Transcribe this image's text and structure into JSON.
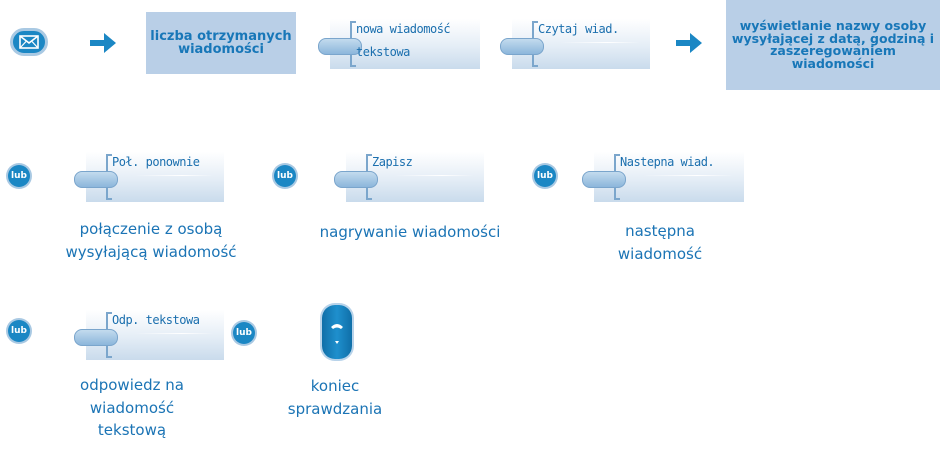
{
  "row1": {
    "envelope_icon": "envelope-icon",
    "info_count": "liczba otrzymanych wiadomości",
    "key_new_text": {
      "line1": "nowa wiadomość",
      "line2": "tekstowa"
    },
    "key_read": {
      "line1": "Czytaj wiad."
    },
    "info_sender": "wyświetlanie nazwy osoby wysyłającej z datą, godziną i zaszeregowaniem wiadomości"
  },
  "row2": {
    "or1": "lub",
    "key_call_back": {
      "line1": "Poł. ponownie"
    },
    "caption_call_back": "połączenie z osobą wysyłającą wiadomość",
    "or2": "lub",
    "key_save": {
      "line1": "Zapisz"
    },
    "caption_save": "nagrywanie wiadomości",
    "or3": "lub",
    "key_next": {
      "line1": "Nastepna wiad."
    },
    "caption_next": "następna wiadomość"
  },
  "row3": {
    "or1": "lub",
    "key_reply": {
      "line1": "Odp. tekstowa"
    },
    "caption_reply": "odpowiedz na wiadomość tekstową",
    "or2": "lub",
    "end_icon": "hang-up-icon",
    "caption_end": "koniec sprawdzania"
  },
  "colors": {
    "accent": "#1b87c4",
    "info_bg": "#b9cfe7",
    "text": "#1b74b5"
  }
}
